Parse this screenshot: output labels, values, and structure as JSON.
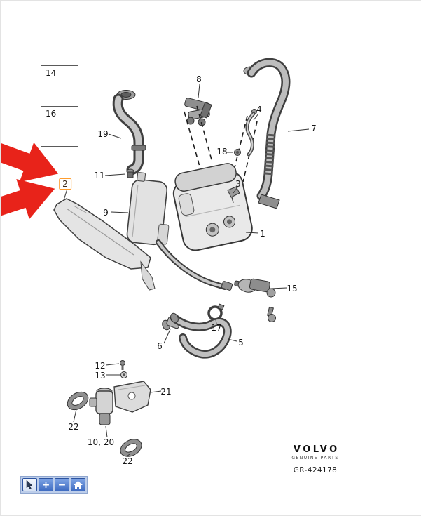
{
  "diagram": {
    "drawing_number": "GR-424178",
    "brand": {
      "name": "VOLVO",
      "tagline": "GENUINE PARTS"
    },
    "highlighted_callout": "2"
  },
  "callouts": [
    {
      "label": "14"
    },
    {
      "label": "16"
    },
    {
      "label": "19"
    },
    {
      "label": "8"
    },
    {
      "label": "4"
    },
    {
      "label": "7"
    },
    {
      "label": "18"
    },
    {
      "label": "11"
    },
    {
      "label": "2"
    },
    {
      "label": "9"
    },
    {
      "label": "3"
    },
    {
      "label": "1"
    },
    {
      "label": "15"
    },
    {
      "label": "17"
    },
    {
      "label": "6"
    },
    {
      "label": "5"
    },
    {
      "label": "12"
    },
    {
      "label": "13"
    },
    {
      "label": "21"
    },
    {
      "label": "22"
    },
    {
      "label": "10, 20"
    },
    {
      "label": "22"
    }
  ],
  "toolbar": {
    "buttons": [
      {
        "name": "pointer-tool",
        "icon": "cursor-icon"
      },
      {
        "name": "zoom-in",
        "icon": "plus-icon",
        "glyph": "+"
      },
      {
        "name": "zoom-out",
        "icon": "minus-icon",
        "glyph": "−"
      },
      {
        "name": "home-view",
        "icon": "home-icon"
      }
    ]
  },
  "colors": {
    "highlight_arrow_red": "#e8231a",
    "highlight_box_orange": "#ff9d2e",
    "toolbar_blue": "#3f6cc2"
  }
}
